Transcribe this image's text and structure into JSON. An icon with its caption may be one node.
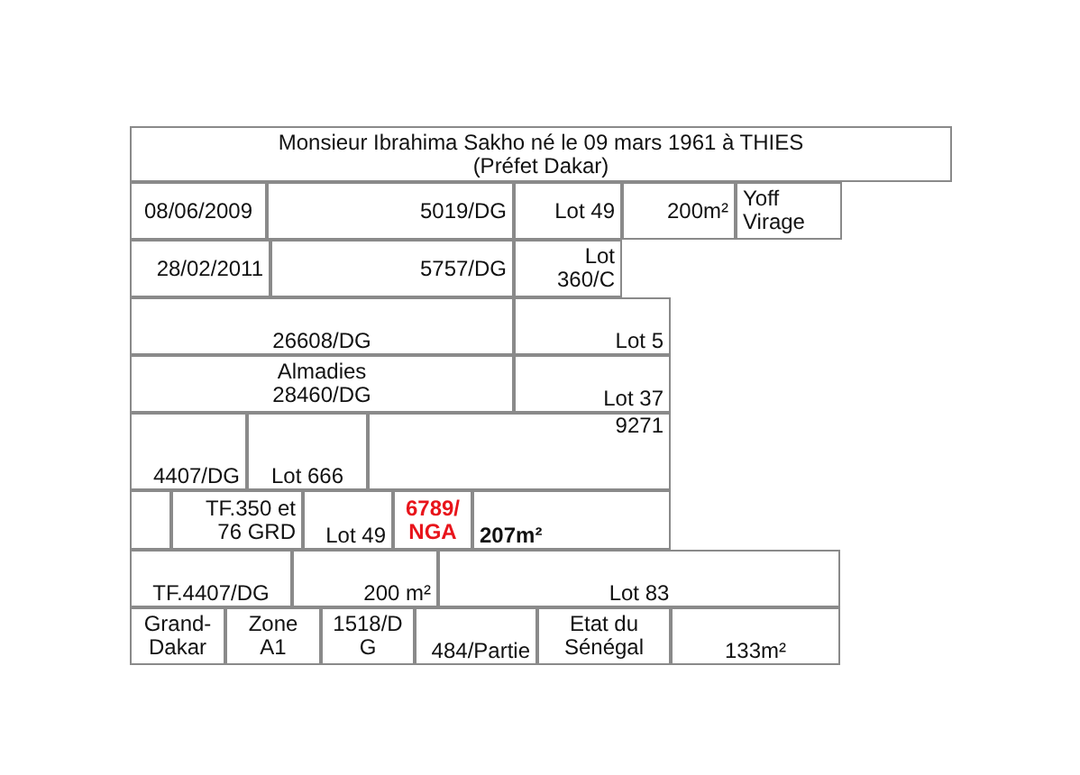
{
  "diagram": {
    "labels": [
      "Monsieur Ibrahima Sakho né le 09 mars 1961 à THIES (Préfet Dakar)",
      "08/06/2009",
      "5019/DG",
      "Lot 49",
      "200m²",
      "Yoff Virage",
      "28/02/2011",
      "5757/DG",
      "Lot 360/C",
      "26608/DG",
      "Lot 5",
      "Almadies 28460/DG",
      "Lot 37",
      "4407/DG",
      "Lot 666",
      "9271",
      "TF.350 et 76 GRD",
      "Lot 49",
      "6789/NGA",
      "207m²",
      "TF.4407/DG",
      "200 m²",
      "Lot 83",
      "Grand-Dakar",
      "Zone A1",
      "1518/DG",
      "484/Partie",
      "Etat du Sénégal",
      "133m²"
    ]
  }
}
